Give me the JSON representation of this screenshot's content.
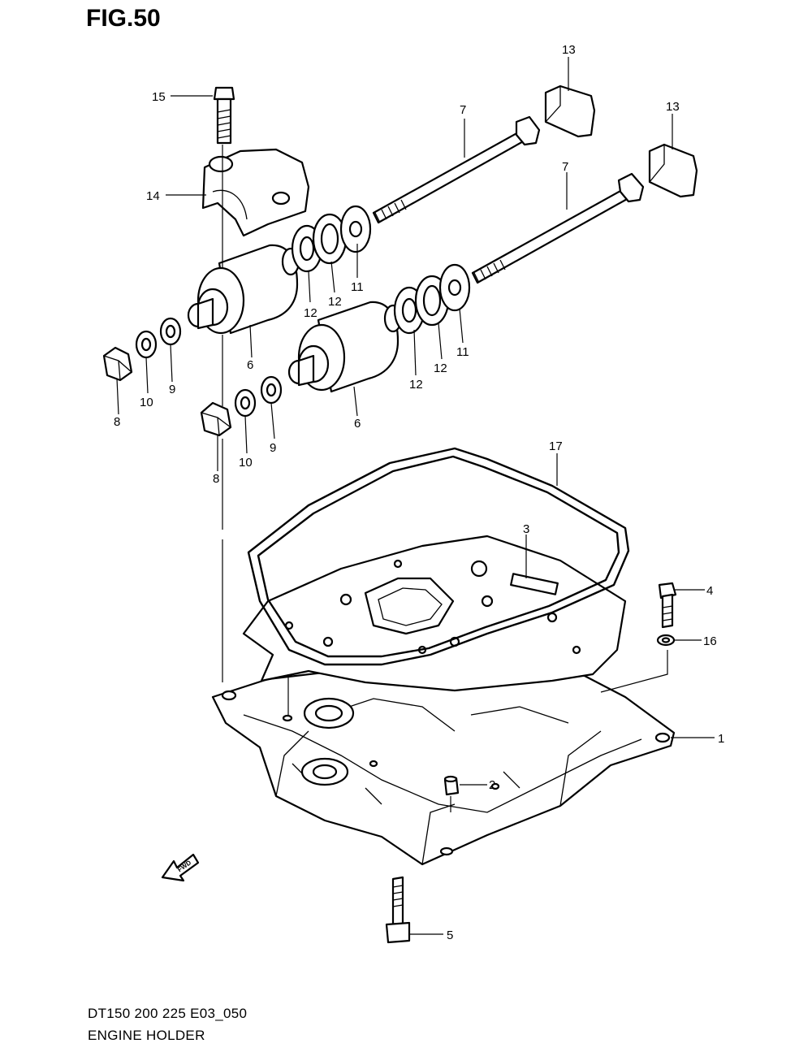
{
  "figure": {
    "title": "FIG.50",
    "code": "DT150 200 225 E03_050",
    "name": "ENGINE HOLDER"
  },
  "fwd_arrow_label": "FWD",
  "callouts": [
    {
      "id": "c-15",
      "label": "15"
    },
    {
      "id": "c-14",
      "label": "14"
    },
    {
      "id": "c-13a",
      "label": "13"
    },
    {
      "id": "c-13b",
      "label": "13"
    },
    {
      "id": "c-7a",
      "label": "7"
    },
    {
      "id": "c-7b",
      "label": "7"
    },
    {
      "id": "c-11a",
      "label": "11"
    },
    {
      "id": "c-12a",
      "label": "12"
    },
    {
      "id": "c-12b",
      "label": "12"
    },
    {
      "id": "c-6a",
      "label": "6"
    },
    {
      "id": "c-8a",
      "label": "8"
    },
    {
      "id": "c-10a",
      "label": "10"
    },
    {
      "id": "c-9a",
      "label": "9"
    },
    {
      "id": "c-11b",
      "label": "11"
    },
    {
      "id": "c-12c",
      "label": "12"
    },
    {
      "id": "c-12d",
      "label": "12"
    },
    {
      "id": "c-6b",
      "label": "6"
    },
    {
      "id": "c-10b",
      "label": "10"
    },
    {
      "id": "c-9b",
      "label": "9"
    },
    {
      "id": "c-8b",
      "label": "8"
    },
    {
      "id": "c-17",
      "label": "17"
    },
    {
      "id": "c-3",
      "label": "3"
    },
    {
      "id": "c-4",
      "label": "4"
    },
    {
      "id": "c-16",
      "label": "16"
    },
    {
      "id": "c-1",
      "label": "1"
    },
    {
      "id": "c-2",
      "label": "2"
    },
    {
      "id": "c-5",
      "label": "5"
    }
  ]
}
